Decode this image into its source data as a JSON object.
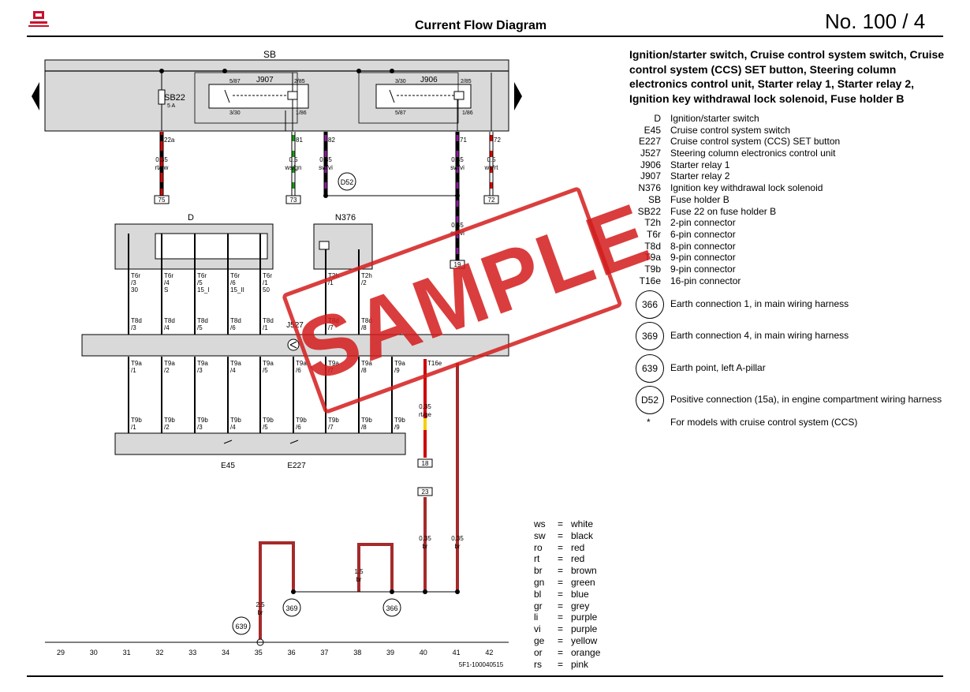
{
  "header": {
    "title": "Current Flow Diagram",
    "page_no": "No.  100 /  4"
  },
  "description": "Ignition/starter switch, Cruise control system switch, Cruise control system (CCS) SET button, Steering column electronics control unit, Starter relay 1, Starter relay 2, Ignition key withdrawal lock solenoid, Fuse holder B",
  "legend": [
    {
      "code": "D",
      "text": "Ignition/starter switch"
    },
    {
      "code": "E45",
      "text": "Cruise control system switch"
    },
    {
      "code": "E227",
      "text": "Cruise control system (CCS) SET button"
    },
    {
      "code": "J527",
      "text": "Steering column electronics control unit"
    },
    {
      "code": "J906",
      "text": "Starter relay 1"
    },
    {
      "code": "J907",
      "text": "Starter relay 2"
    },
    {
      "code": "N376",
      "text": "Ignition key withdrawal lock solenoid"
    },
    {
      "code": "SB",
      "text": "Fuse holder B"
    },
    {
      "code": "SB22",
      "text": "Fuse 22 on fuse holder B"
    },
    {
      "code": "T2h",
      "text": "2-pin connector"
    },
    {
      "code": "T6r",
      "text": "6-pin connector"
    },
    {
      "code": "T8d",
      "text": "8-pin connector"
    },
    {
      "code": "T9a",
      "text": "9-pin connector"
    },
    {
      "code": "T9b",
      "text": "9-pin connector"
    },
    {
      "code": "T16e",
      "text": "16-pin connector"
    }
  ],
  "earth_points": [
    {
      "code": "366",
      "text": "Earth connection 1, in main wiring harness"
    },
    {
      "code": "369",
      "text": "Earth connection 4, in main wiring harness"
    },
    {
      "code": "639",
      "text": "Earth point, left A-pillar"
    },
    {
      "code": "D52",
      "text": "Positive connection (15a), in engine compartment wiring harness"
    }
  ],
  "note": {
    "symbol": "*",
    "text": "For models with cruise control system (CCS)"
  },
  "wire_colors": [
    {
      "abbr": "ws",
      "name": "white"
    },
    {
      "abbr": "sw",
      "name": "black"
    },
    {
      "abbr": "ro",
      "name": "red"
    },
    {
      "abbr": "rt",
      "name": "red"
    },
    {
      "abbr": "br",
      "name": "brown"
    },
    {
      "abbr": "gn",
      "name": "green"
    },
    {
      "abbr": "bl",
      "name": "blue"
    },
    {
      "abbr": "gr",
      "name": "grey"
    },
    {
      "abbr": "li",
      "name": "purple"
    },
    {
      "abbr": "vi",
      "name": "purple"
    },
    {
      "abbr": "ge",
      "name": "yellow"
    },
    {
      "abbr": "or",
      "name": "orange"
    },
    {
      "abbr": "rs",
      "name": "pink"
    }
  ],
  "diagram": {
    "labels": {
      "sb": "SB",
      "sb22": "SB22",
      "sb22_rating": "5 A",
      "j907": "J907",
      "j906": "J906",
      "d": "D",
      "n376": "N376",
      "j527": "J527",
      "e45": "E45",
      "e227": "E227",
      "d52": "D52",
      "doc_id": "5F1-100040515"
    },
    "sb_outputs": [
      {
        "pin": "22a",
        "gauge": "0.35",
        "color": "rt/sw",
        "dest": "75"
      },
      {
        "pin": "81",
        "gauge": "0.5",
        "color": "ws/gn",
        "dest": "73"
      },
      {
        "pin": "82",
        "gauge": "0.35",
        "color": "sw/vi",
        "dest": ""
      },
      {
        "pin": "71",
        "gauge": "0.35",
        "color": "sw/vi",
        "dest": ""
      },
      {
        "pin": "72",
        "gauge": "0.5",
        "color": "ws/rt",
        "dest": "72"
      }
    ],
    "relay_pins": {
      "j907": [
        "5/87",
        "2/85",
        "3/30",
        "1/86"
      ],
      "j906": [
        "3/30",
        "2/85",
        "5/87",
        "1/86"
      ]
    },
    "d52_branch": {
      "gauge": "0.35",
      "color": "sw/vi",
      "dest": "19"
    },
    "d_pins": [
      {
        "conn": "T6r",
        "pin": "/3",
        "term": "30"
      },
      {
        "conn": "T6r",
        "pin": "/4",
        "term": "S"
      },
      {
        "conn": "T6r",
        "pin": "/5",
        "term": "15_I"
      },
      {
        "conn": "T6r",
        "pin": "/6",
        "term": "15_II"
      },
      {
        "conn": "T6r",
        "pin": "/1",
        "term": "50"
      }
    ],
    "n376_pins": [
      {
        "conn": "T2h",
        "pin": "/1"
      },
      {
        "conn": "T2h",
        "pin": "/2"
      }
    ],
    "t8d_pins": [
      "/3",
      "/4",
      "/5",
      "/6",
      "/1",
      "/7",
      "/8"
    ],
    "t9a_pins": [
      "/1",
      "/2",
      "/3",
      "/4",
      "/5",
      "/6",
      "/7",
      "/8",
      "/9"
    ],
    "t9b_pins": [
      "/1",
      "/2",
      "/3",
      "/4",
      "/5",
      "/6",
      "/7",
      "/8",
      "/9"
    ],
    "t16e": {
      "conn": "T16e",
      "gauge": "0.35",
      "color": "rt/ge",
      "dest": "18"
    },
    "ground_wires": [
      {
        "gauge": "2.5",
        "color": "br"
      },
      {
        "gauge": "1.5",
        "color": "br"
      },
      {
        "gauge": "0.35",
        "color": "br",
        "from": "23"
      },
      {
        "gauge": "0.35",
        "color": "br"
      }
    ],
    "grounds": [
      "639",
      "369",
      "366"
    ],
    "ruler": [
      "29",
      "30",
      "31",
      "32",
      "33",
      "34",
      "35",
      "36",
      "37",
      "38",
      "39",
      "40",
      "41",
      "42"
    ]
  },
  "watermark": "SAMPLE"
}
